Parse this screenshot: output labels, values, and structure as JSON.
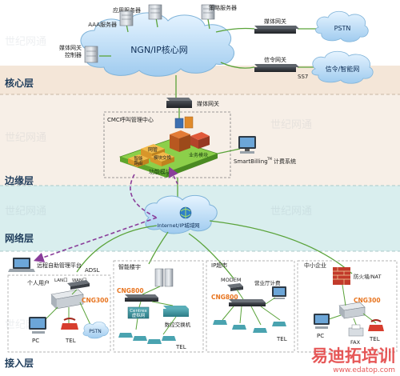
{
  "layers": {
    "core": "核心层",
    "edge": "边缘层",
    "network": "网络层",
    "access": "接入层"
  },
  "core": {
    "cloud": "NGN/IP核心网",
    "app_server": "应用服务器",
    "policy_server": "策略服务器",
    "aaa_server": "AAA服务器",
    "mgc_1": "媒体网关",
    "mgc_2": "控制器",
    "media_gateway": "媒体网关",
    "signaling_gateway": "信令网关",
    "pstn": "PSTN",
    "ss7": "SS7",
    "signaling_network": "信令/智能网"
  },
  "edge": {
    "cmc": "CMC呼叫管理中心",
    "media_gateway": "媒体网关",
    "billing_name": "SmartBilling",
    "billing_tm": "TM",
    "billing_suffix": "计费系统",
    "block_call": "网管",
    "block_sip": "业务模块",
    "block_func": "功能模块",
    "block_module": "模块交换",
    "block_small1": "智能",
    "block_small2": "路由"
  },
  "network": {
    "cloud": "Internet/IP城域网"
  },
  "access": {
    "remote_platform": "远程自助管理平台",
    "adsl": "ADSL",
    "personal_user": "个人用户",
    "lan_label": "LAN口",
    "wan_label": "WAN口",
    "cng300_left": "CNG300",
    "pc_left": "PC",
    "tel_left": "TEL",
    "pstn_small": "PSTN",
    "smart_building": "智能楼宇",
    "cng800_mid": "CNG800",
    "centrex_1": "Centrex",
    "centrex_2": "虚拟网",
    "digital_switch": "数控交换机",
    "tel_mid": "TEL",
    "ip_supermarket": "IP超市",
    "modem": "MODEM",
    "billing_hall": "营业厅计费",
    "cng800_right": "CNG800",
    "tel_right": "TEL",
    "sme": "中小企业",
    "firewall": "防火墙/NAT",
    "cng300_right": "CNG300",
    "pc_right": "PC",
    "fax": "FAX",
    "tel_sme": "TEL"
  },
  "watermark": {
    "brand": "易迪拓培训",
    "url": "www.edatop.com"
  },
  "colors": {
    "core_band": "#f4ebe2",
    "edge_band": "#f6efe8",
    "net_band": "#dbeeee",
    "access_band": "#ffffff",
    "cloud_fill": "#bfe0f7",
    "link_green": "#5aa33a",
    "dashed_purple": "#8a3d9a",
    "cng_orange": "#e8741e",
    "brand_red": "#e23a3a"
  }
}
